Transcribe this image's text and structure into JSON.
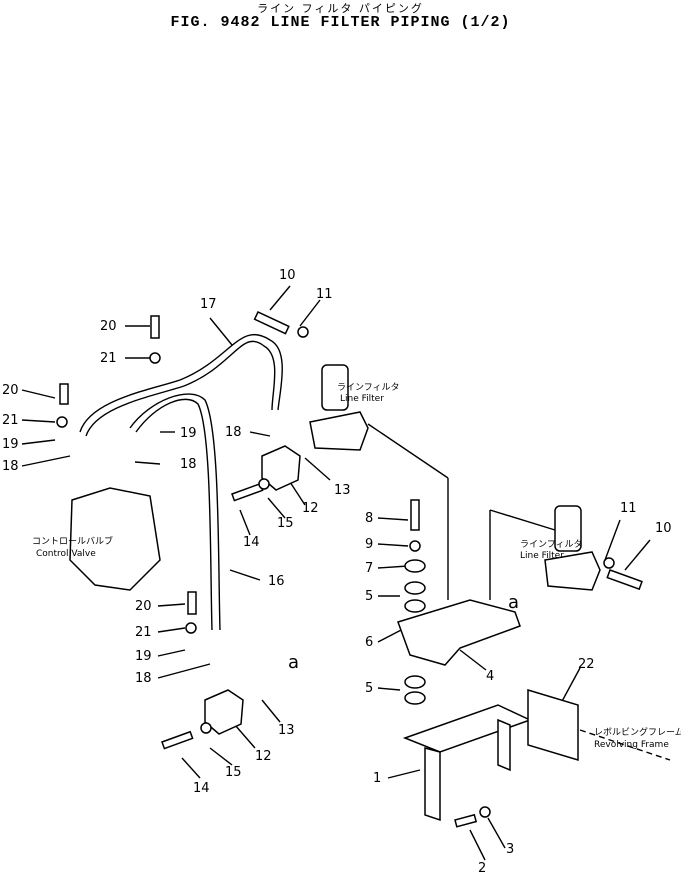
{
  "header": {
    "title_jp": "ライン フィルタ パイピング",
    "title": "FIG. 9482  LINE  FILTER  PIPING  (1/2)"
  },
  "labels": {
    "line_filter_jp": "ラインフィルタ",
    "line_filter": "Line Filter",
    "control_valve_jp": "コントロールバルブ",
    "control_valve": "Control Valve",
    "frame_jp": "レボルビングフレーム",
    "frame": "Revolving Frame",
    "ref_a": "a"
  },
  "callouts": [
    "1",
    "2",
    "3",
    "4",
    "5",
    "6",
    "7",
    "8",
    "9",
    "10",
    "11",
    "12",
    "13",
    "14",
    "15",
    "16",
    "17",
    "18",
    "19",
    "20",
    "21",
    "22"
  ]
}
